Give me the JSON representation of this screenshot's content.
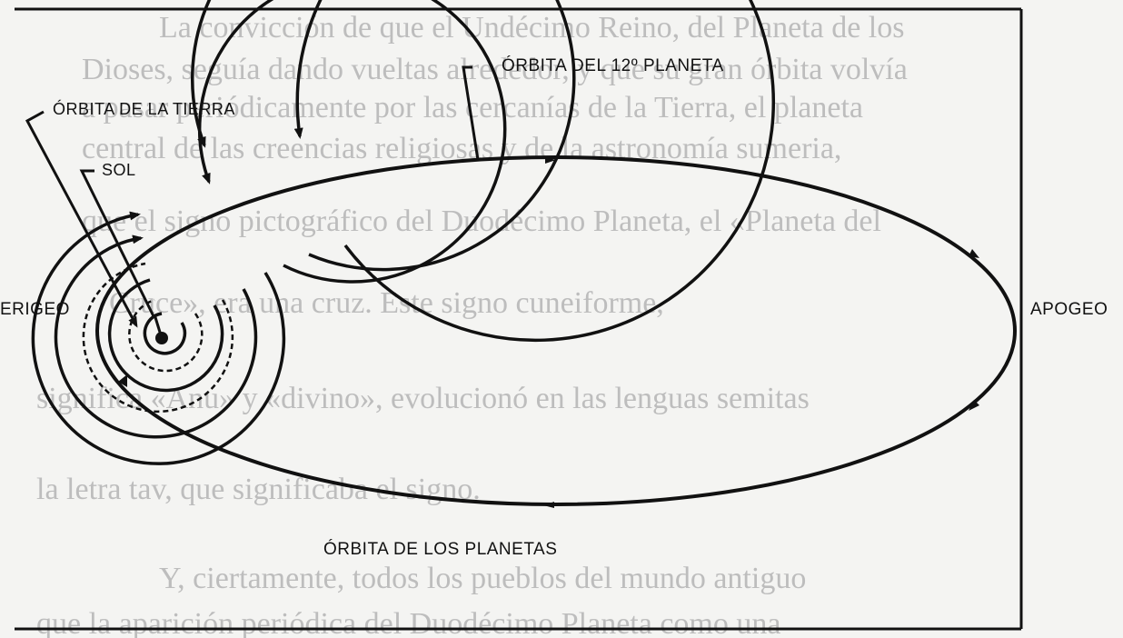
{
  "labels": {
    "twelfth_orbit": "ÓRBITA DEL 12º PLANETA",
    "earth_orbit": "ÓRBITA DE LA TIERRA",
    "sun": "SOL",
    "perigee": "ERIGEO",
    "apogee": "APOGEO",
    "planets_orbit": "ÓRBITA DE LOS PLANETAS"
  },
  "background_text": [
    "La convicción de que el Undécimo Reino, del Planeta de los",
    "Dioses, seguía dando vueltas alrededor, y que su gran órbita volvía",
    "a pasar periódicamente por las cercanías de la Tierra, el planeta",
    "central de las creencias religiosas y de la astronomía sumeria,",
    "que el signo pictográfico del Duodécimo Planeta, el «Planeta del",
    "Cruce», era una cruz. Este signo cuneiforme,",
    "significa «Anu» y «divino», evolucionó en las lenguas semitas",
    "la letra tav, que significaba el signo.",
    "Y, ciertamente, todos los pueblos del mundo antiguo",
    "que la aparición periódica del Duodécimo Planeta como una"
  ],
  "colors": {
    "ink": "#111111",
    "page": "#f4f4f2",
    "ghost_text": "#bdbdbd"
  }
}
